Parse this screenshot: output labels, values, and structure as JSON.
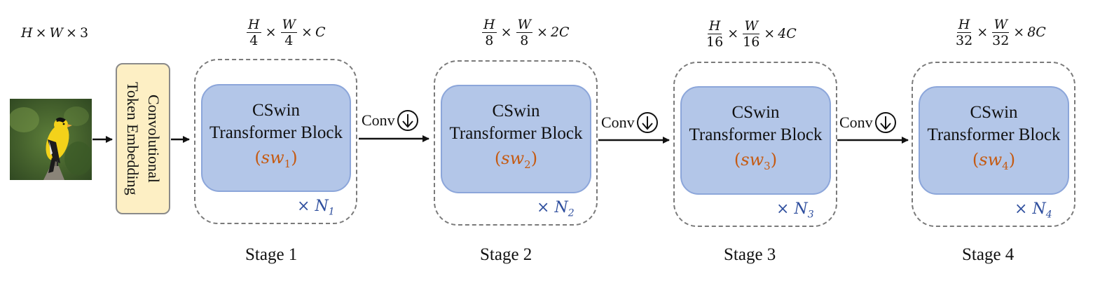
{
  "input": {
    "dims": [
      "H",
      "W",
      "3"
    ],
    "image_icon": "bird-photo-icon",
    "image_colors": {
      "bg": "#3f5f2a",
      "bird_yellow": "#f3d21a",
      "bird_dark": "#1a1a1a"
    }
  },
  "embedding": {
    "lines": [
      "Convolutional",
      "Token Embedding"
    ],
    "colors": {
      "fill": "#fdefc4",
      "border": "#8a8a8a"
    }
  },
  "block": {
    "line1": "CSwin",
    "line2": "Transformer Block",
    "colors": {
      "fill": "#b3c6e8",
      "border": "#8ca6da",
      "sw": "#c55a11",
      "repeat": "#2f4f9e"
    }
  },
  "downsample": {
    "label": "Conv",
    "icon": "down-arrow-circle-icon"
  },
  "stages": [
    {
      "label": "Stage 1",
      "dim_h": [
        "H",
        "4"
      ],
      "dim_w": [
        "W",
        "4"
      ],
      "channels": "C",
      "sw_sub": "1",
      "n_sub": "1"
    },
    {
      "label": "Stage 2",
      "dim_h": [
        "H",
        "8"
      ],
      "dim_w": [
        "W",
        "8"
      ],
      "channels": "2C",
      "sw_sub": "2",
      "n_sub": "2"
    },
    {
      "label": "Stage 3",
      "dim_h": [
        "H",
        "16"
      ],
      "dim_w": [
        "W",
        "16"
      ],
      "channels": "4C",
      "sw_sub": "3",
      "n_sub": "3"
    },
    {
      "label": "Stage 4",
      "dim_h": [
        "H",
        "32"
      ],
      "dim_w": [
        "W",
        "32"
      ],
      "channels": "8C",
      "sw_sub": "4",
      "n_sub": "4"
    }
  ],
  "symbols": {
    "times": "×",
    "sw": "sw",
    "n": "N"
  }
}
